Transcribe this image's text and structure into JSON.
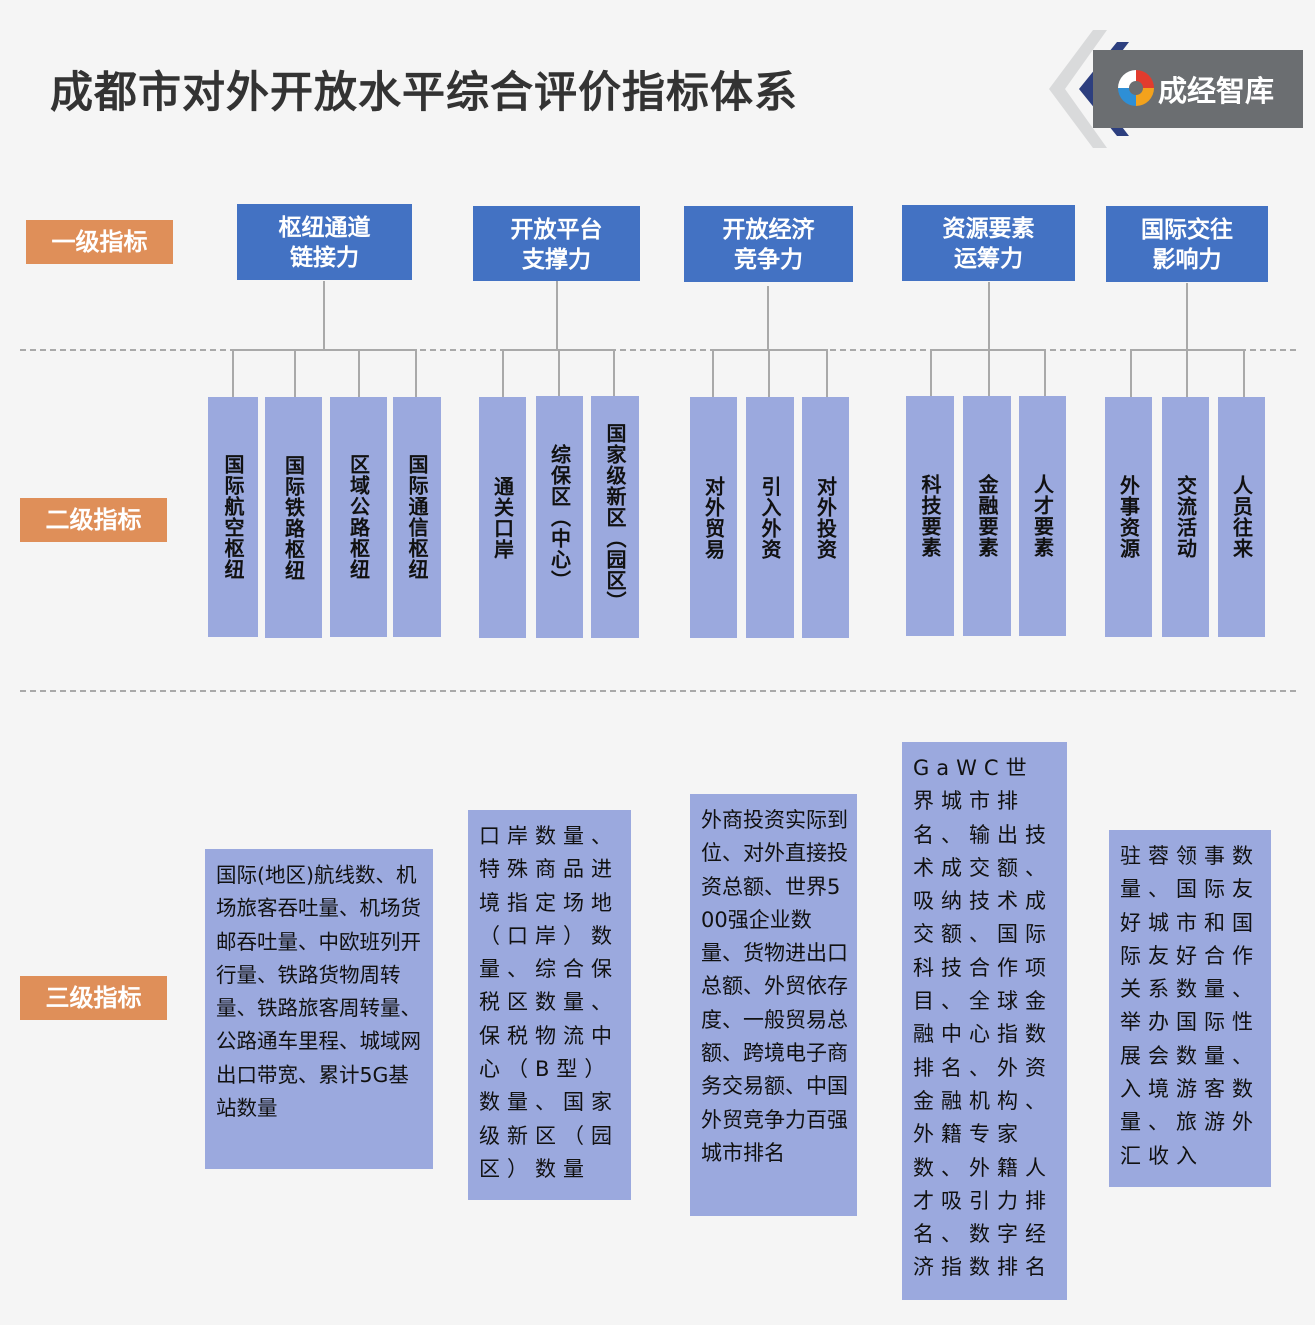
{
  "title": "成都市对外开放水平综合评价指标体系",
  "logo": {
    "text": "成经智库"
  },
  "colors": {
    "level_label": "#df8f59",
    "level1_box": "#4372c3",
    "level2_box": "#9ba9de",
    "level3_box": "#9ba9de",
    "connector": "#a9a9a9",
    "logo_panel": "#6b6e71"
  },
  "levels": [
    {
      "label": "一级指标"
    },
    {
      "label": "二级指标"
    },
    {
      "label": "三级指标"
    }
  ],
  "groups": [
    {
      "l1_line1": "枢纽通道",
      "l1_line2": "链接力",
      "l2": [
        "国际航空枢纽",
        "国际铁路枢纽",
        "区域公路枢纽",
        "国际通信枢纽"
      ],
      "l3": "国际(地区)航线数、机场旅客吞吐量、机场货邮吞吐量、中欧班列开行量、铁路货物周转量、铁路旅客周转量、公路通车里程、城域网出口带宽、累计5G基站数量"
    },
    {
      "l1_line1": "开放平台",
      "l1_line2": "支撑力",
      "l2": [
        "通关口岸",
        "综保区（中心）",
        "国家级新区（园区）"
      ],
      "l3": "口岸数量、特殊商品进境指定场地（口岸）数量、综合保税区数量、保税物流中心（B型）数量、国家级新区（园区）数量"
    },
    {
      "l1_line1": "开放经济",
      "l1_line2": "竞争力",
      "l2": [
        "对外贸易",
        "引入外资",
        "对外投资"
      ],
      "l3": "外商投资实际到位、对外直接投资总额、世界500强企业数量、货物进出口总额、外贸依存度、一般贸易总额、跨境电子商务交易额、中国外贸竞争力百强城市排名"
    },
    {
      "l1_line1": "资源要素",
      "l1_line2": "运筹力",
      "l2": [
        "科技要素",
        "金融要素",
        "人才要素"
      ],
      "l3": "GaWC世界城市排名、输出技术成交额、吸纳技术成交额、国际科技合作项目、全球金融中心指数排名、外资金融机构、外籍专家数、外籍人才吸引力排名、数字经济指数排名"
    },
    {
      "l1_line1": "国际交往",
      "l1_line2": "影响力",
      "l2": [
        "外事资源",
        "交流活动",
        "人员往来"
      ],
      "l3": "驻蓉领事数量、国际友好城市和国际友好合作关系数量、举办国际性展会数量、入境游客数量、旅游外汇收入"
    }
  ]
}
